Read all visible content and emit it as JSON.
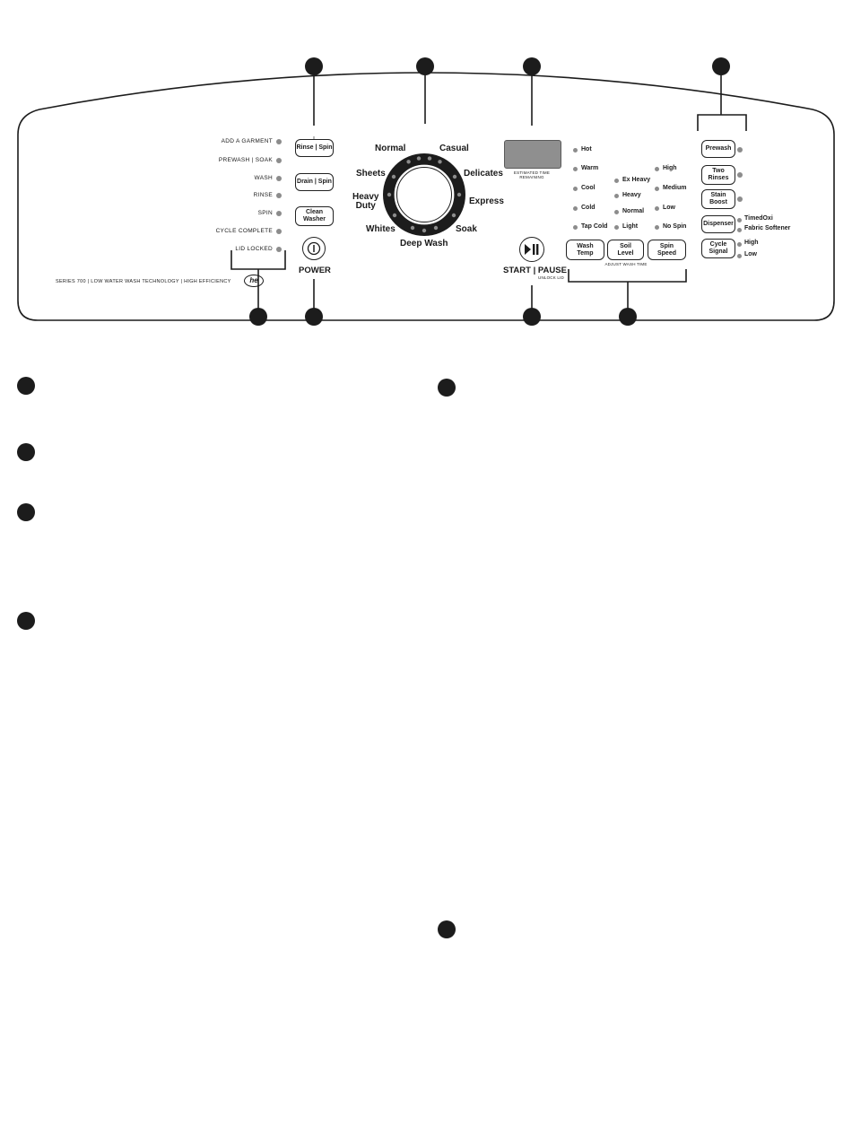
{
  "status_lights": [
    "ADD A GARMENT",
    "PREWASH | SOAK",
    "WASH",
    "RINSE",
    "SPIN",
    "CYCLE COMPLETE",
    "LID LOCKED"
  ],
  "left_buttons": {
    "rinse_spin": "Rinse | Spin",
    "drain_spin": "Drain | Spin",
    "clean_washer": "Clean\nWasher"
  },
  "power_label": "POWER",
  "series_text": "SERIES 700   |   LOW WATER WASH TECHNOLOGY   |   HIGH EFFICIENCY",
  "he_logo": "he",
  "cycles": {
    "normal": "Normal",
    "casual": "Casual",
    "sheets": "Sheets",
    "delicates": "Delicates",
    "heavy_duty": "Heavy\nDuty",
    "express": "Express",
    "whites": "Whites",
    "soak": "Soak",
    "deep_wash": "Deep Wash"
  },
  "display": {
    "caption": "ESTIMATED TIME\nREMAINING"
  },
  "start_pause": {
    "label": "START | PAUSE",
    "sublabel": "UNLOCK LID",
    "icon": "play-pause-icon"
  },
  "wash_temp": {
    "options": [
      "Hot",
      "Warm",
      "Cool",
      "Cold",
      "Tap Cold"
    ],
    "button": "Wash\nTemp"
  },
  "soil_level": {
    "options": [
      "Ex Heavy",
      "Heavy",
      "Normal",
      "Light"
    ],
    "button": "Soil\nLevel"
  },
  "spin_speed": {
    "options": [
      "High",
      "Medium",
      "Low",
      "No Spin"
    ],
    "button": "Spin\nSpeed"
  },
  "adjust_caption": "ADJUST WASH TIME",
  "option_buttons": {
    "prewash": "Prewash",
    "two_rinses": "Two\nRinses",
    "stain_boost": "Stain\nBoost",
    "dispenser": "Dispenser",
    "cycle_signal": "Cycle\nSignal"
  },
  "dispenser_options": [
    "TimedOxi",
    "Fabric Softener"
  ],
  "cycle_signal_options": [
    "High",
    "Low"
  ],
  "colors": {
    "ink": "#1c1c1c",
    "indicator": "#8c8c8c",
    "display": "#8f8f8f"
  }
}
